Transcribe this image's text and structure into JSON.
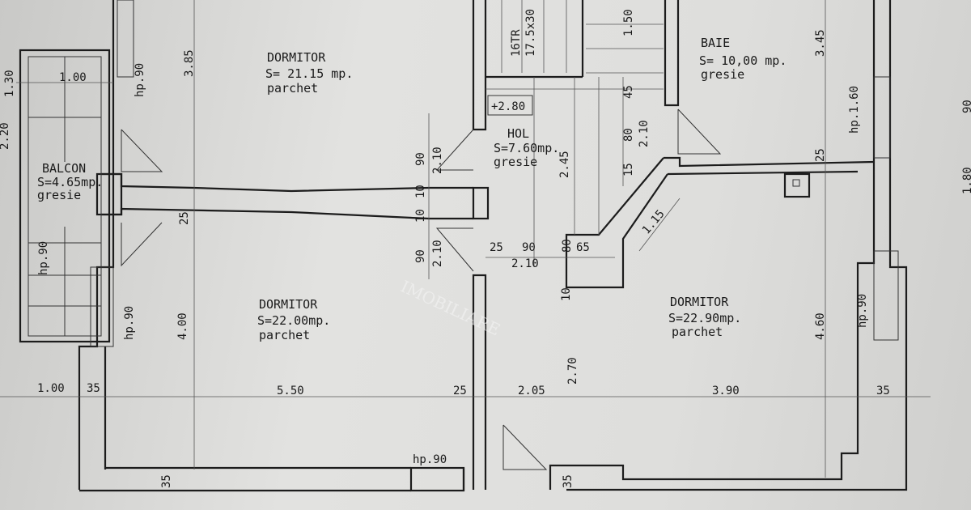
{
  "rooms": {
    "dormitor_top": {
      "name": "DORMITOR",
      "area": "S= 21.15 mp.",
      "floor": "parchet"
    },
    "baie": {
      "name": "BAIE",
      "area": "S= 10,00 mp.",
      "floor": "gresie"
    },
    "hol": {
      "name": "HOL",
      "area": "S=7.60mp.",
      "floor": "gresie"
    },
    "balcon": {
      "name": "BALCON",
      "area": "S=4.65mp.",
      "floor": "gresie"
    },
    "dormitor_left": {
      "name": "DORMITOR",
      "area": "S=22.00mp.",
      "floor": "parchet"
    },
    "dormitor_right": {
      "name": "DORMITOR",
      "area": "S=22.90mp.",
      "floor": "parchet"
    }
  },
  "level": "+2.80",
  "stairs": {
    "steps": "16TR",
    "size": "17.5x30"
  },
  "watermark": "IMOBILIARE",
  "dims": [
    "1.00",
    "1.30",
    "2.20",
    "3.85",
    "hp.90",
    "25",
    "4.00",
    "1.00",
    "35",
    "5.50",
    "25",
    "2.05",
    "2.70",
    "3.90",
    "35",
    "4.60",
    "hp.90",
    "hp.1.60",
    "3.45",
    "25",
    "1.50",
    "45",
    "80",
    "2.10",
    "15",
    "1.15",
    "90",
    "2.10",
    "10",
    "10",
    "90",
    "2.10",
    "25",
    "90",
    "80",
    "65",
    "2.10",
    "10",
    "hp.90",
    "35",
    "1.80",
    "90",
    "2.45",
    "hp.90",
    "hp.90",
    "35"
  ]
}
